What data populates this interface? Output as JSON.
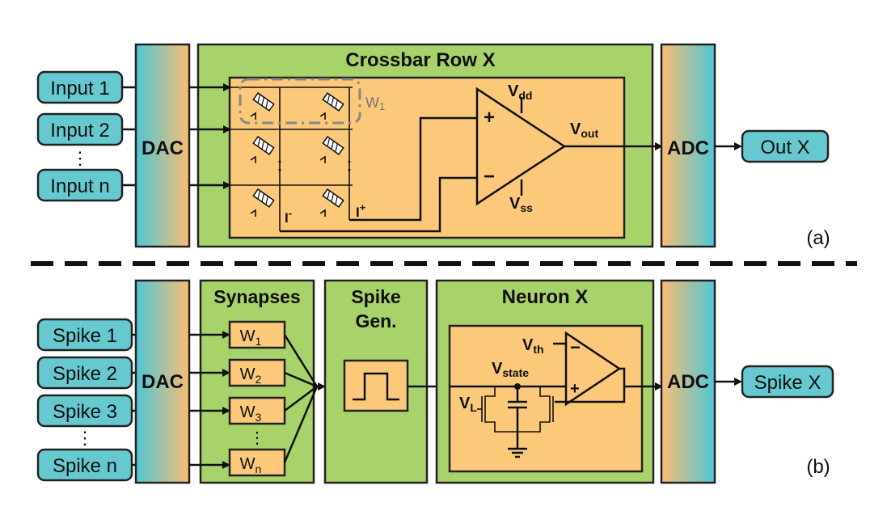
{
  "top": {
    "inputs": [
      "Input 1",
      "Input 2",
      "Input n"
    ],
    "vdots": "⋮",
    "dac_label": "DAC",
    "block_title": "Crossbar Row X",
    "w_label": "W",
    "w_sub": "1",
    "i_minus": "I",
    "i_minus_sup": "-",
    "i_plus": "I",
    "i_plus_sup": "+",
    "plus": "+",
    "minus": "−",
    "vdd": "V",
    "vdd_sub": "dd",
    "vss": "V",
    "vss_sub": "ss",
    "vout": "V",
    "vout_sub": "out",
    "adc_label": "ADC",
    "output": "Out X",
    "panel_label": "(a)"
  },
  "bottom": {
    "inputs": [
      "Spike 1",
      "Spike 2",
      "Spike 3",
      "Spike n"
    ],
    "vdots": "⋮",
    "dac_label": "DAC",
    "synapses_title": "Synapses",
    "weights": [
      {
        "base": "W",
        "sub": "1"
      },
      {
        "base": "W",
        "sub": "2"
      },
      {
        "base": "W",
        "sub": "3"
      },
      {
        "base": "W",
        "sub": "n"
      }
    ],
    "spike_gen_title_1": "Spike",
    "spike_gen_title_2": "Gen.",
    "neuron_title": "Neuron X",
    "vth": "V",
    "vth_sub": "th",
    "vstate": "V",
    "vstate_sub": "state",
    "vl": "V",
    "vl_sub": "L",
    "minus": "−",
    "plus": "+",
    "adc_label": "ADC",
    "output": "Spike X",
    "panel_label": "(b)"
  },
  "colors": {
    "teal": "#66c9cf",
    "orange": "#fcc97a",
    "green": "#a8d26a"
  }
}
